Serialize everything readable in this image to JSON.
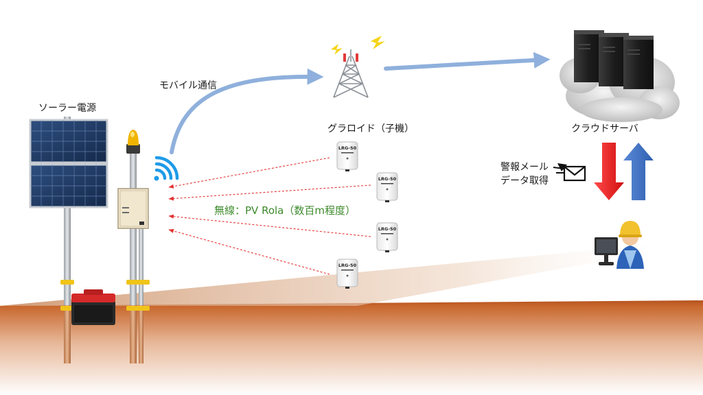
{
  "labels": {
    "solar_power": "ソーラー電源",
    "mobile_comm": "モバイル通信",
    "groloid": "グラロイド（子機）",
    "cloud_server": "クラウドサーバ",
    "alert_mail_line1": "警報メール",
    "alert_mail_line2": "データ取得",
    "wireless": "無線：PV Rola（数百m程度）"
  },
  "sensors": {
    "model_label": "LRG-50",
    "count": 4
  },
  "colors": {
    "comm_arrow": "#8fb0dc",
    "down_arrow": "#e41b1b",
    "up_arrow": "#3b6fc4",
    "radio_dashes": "#e33333",
    "wireless_text": "#3d8a2c",
    "soil": "#c0622a"
  }
}
